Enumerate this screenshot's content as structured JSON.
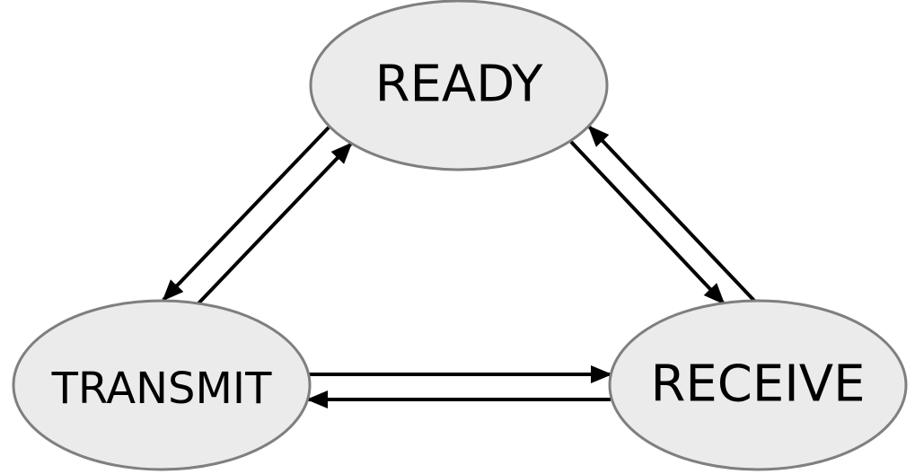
{
  "diagram": {
    "type": "state-machine",
    "colors": {
      "node_fill": "#ebebeb",
      "node_stroke": "#7f7f7f",
      "arrow": "#000000",
      "text": "#000000"
    },
    "states": {
      "ready": {
        "label": "READY"
      },
      "transmit": {
        "label": "TRANSMIT"
      },
      "receive": {
        "label": "RECEIVE"
      }
    },
    "transitions": [
      {
        "from": "READY",
        "to": "TRANSMIT"
      },
      {
        "from": "TRANSMIT",
        "to": "READY"
      },
      {
        "from": "READY",
        "to": "RECEIVE"
      },
      {
        "from": "RECEIVE",
        "to": "READY"
      },
      {
        "from": "TRANSMIT",
        "to": "RECEIVE"
      },
      {
        "from": "RECEIVE",
        "to": "TRANSMIT"
      }
    ]
  }
}
